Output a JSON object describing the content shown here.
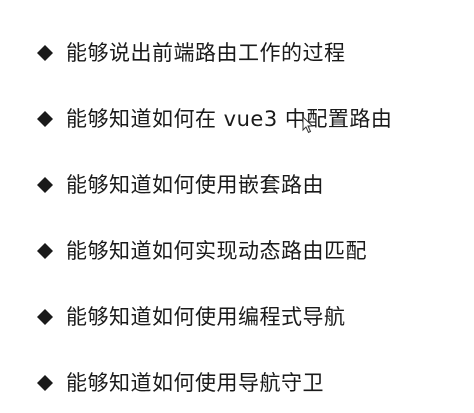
{
  "slide": {
    "bullet_icon": "diamond-icon",
    "items": [
      {
        "text": "能够说出前端路由工作的过程"
      },
      {
        "text": "能够知道如何在 vue3 中配置路由"
      },
      {
        "text": "能够知道如何使用嵌套路由"
      },
      {
        "text": "能够知道如何实现动态路由匹配"
      },
      {
        "text": "能够知道如何使用编程式导航"
      },
      {
        "text": "能够知道如何使用导航守卫"
      }
    ]
  },
  "colors": {
    "text": "#1a1a1a",
    "background": "#ffffff"
  }
}
